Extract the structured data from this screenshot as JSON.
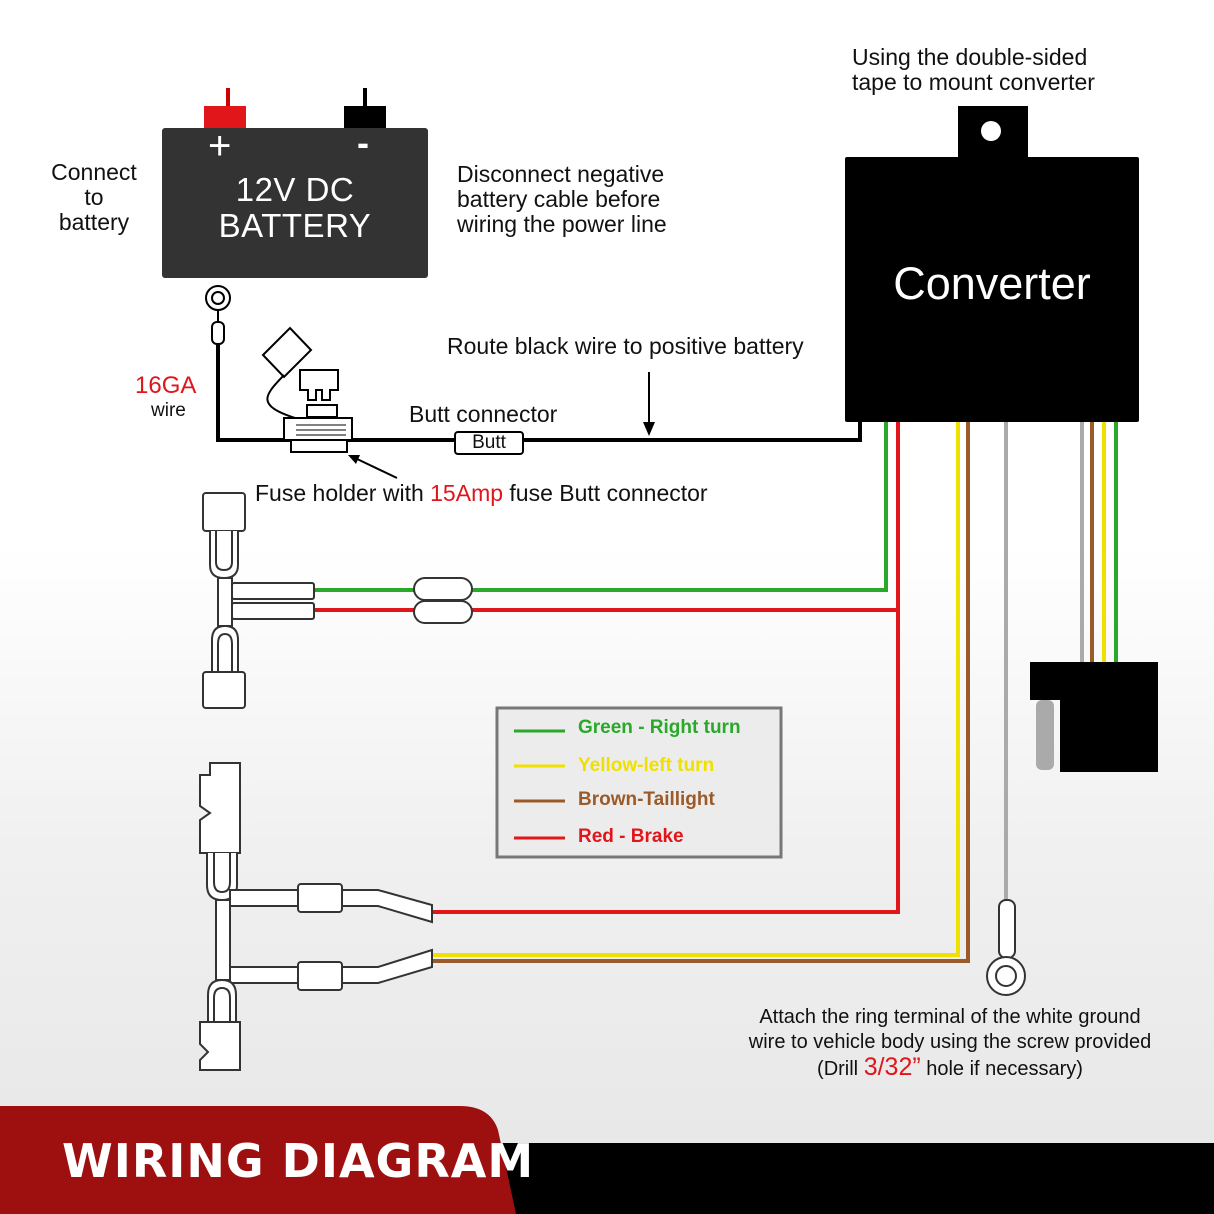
{
  "battery": {
    "plus": "+",
    "minus": "-",
    "line1": "12V DC",
    "line2": "BATTERY"
  },
  "labels": {
    "connect_to_battery": [
      "Connect",
      "to",
      "battery"
    ],
    "disconnect_note": [
      "Disconnect negative",
      "battery cable before",
      "wiring the power line"
    ],
    "mount_note": [
      "Using the double-sided",
      "tape to mount converter"
    ],
    "converter": "Converter",
    "route_black": "Route black wire to positive battery",
    "butt_connector": "Butt connector",
    "butt_tag": "Butt",
    "wire_gauge": "16GA",
    "wire_word": "wire",
    "fuse_prefix": "Fuse holder with ",
    "fuse_amp": "15Amp",
    "fuse_suffix": " fuse Butt connector",
    "ground_line1": "Attach the ring terminal of the white ground",
    "ground_line2": "wire to vehicle body using the screw provided",
    "ground_line3_prefix": "(Drill ",
    "ground_drill": "3/32”",
    "ground_line3_suffix": " hole if necessary)"
  },
  "legend": [
    {
      "label": "Green - Right turn",
      "color": "#2aa82a"
    },
    {
      "label": "Yellow-left turn",
      "color": "#f0e000"
    },
    {
      "label": "Brown-Taillight",
      "color": "#9b5a2a"
    },
    {
      "label": "Red - Brake",
      "color": "#e0161b"
    }
  ],
  "footer": {
    "title": "WIRING DIAGRAM"
  },
  "colors": {
    "accent_red": "#e0161b",
    "footer_red": "#9e1010",
    "wire_gray": "#aaaaaa"
  }
}
